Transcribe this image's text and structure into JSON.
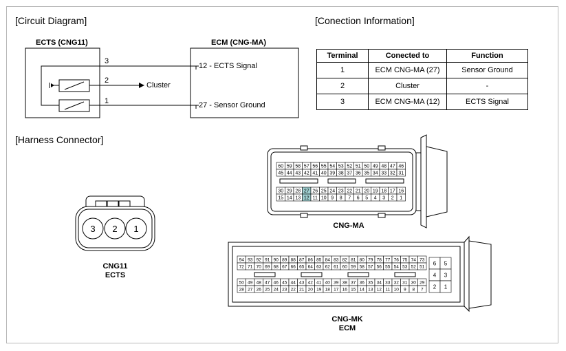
{
  "circuit": {
    "title": "[Circuit Diagram]",
    "ects_label": "ECTS (CNG11)",
    "ecm_label": "ECM (CNG-MA)",
    "pin3": "3",
    "pin2": "2",
    "pin1": "1",
    "cluster_label": "Cluster",
    "ecm_pin12": "12 - ECTS Signal",
    "ecm_pin27": "27 - Sensor Ground"
  },
  "connection": {
    "title": "[Conection Information]",
    "headers": [
      "Terminal",
      "Conected to",
      "Function"
    ],
    "rows": [
      [
        "1",
        "ECM CNG-MA (27)",
        "Sensor Ground"
      ],
      [
        "2",
        "Cluster",
        "-"
      ],
      [
        "3",
        "ECM CNG-MA (12)",
        "ECTS Signal"
      ]
    ]
  },
  "harness": {
    "title": "[Harness Connector]",
    "cng11_pins": [
      "3",
      "2",
      "1"
    ],
    "cng11_caption_line1": "CNG11",
    "cng11_caption_line2": "ECTS",
    "cngma_caption": "CNG-MA",
    "cngma_row1": [
      "60",
      "59",
      "58",
      "57",
      "56",
      "55",
      "54",
      "53",
      "52",
      "51",
      "50",
      "49",
      "48",
      "47",
      "46"
    ],
    "cngma_row2": [
      "45",
      "44",
      "43",
      "42",
      "41",
      "40",
      "39",
      "38",
      "37",
      "36",
      "35",
      "34",
      "33",
      "32",
      "31"
    ],
    "cngma_row3": [
      "30",
      "29",
      "28",
      "27",
      "26",
      "25",
      "24",
      "23",
      "22",
      "21",
      "20",
      "19",
      "18",
      "17",
      "16"
    ],
    "cngma_row4": [
      "15",
      "14",
      "13",
      "12",
      "11",
      "10",
      "9",
      "8",
      "7",
      "6",
      "5",
      "4",
      "3",
      "2",
      "1"
    ],
    "cngma_highlight": [
      "27",
      "12"
    ],
    "cngmk_caption_line1": "CNG-MK",
    "cngmk_caption_line2": "ECM",
    "cngmk_row1": [
      "94",
      "93",
      "92",
      "91",
      "90",
      "89",
      "88",
      "87",
      "86",
      "85",
      "84",
      "83",
      "82",
      "81",
      "80",
      "79",
      "78",
      "77",
      "76",
      "75",
      "74",
      "73"
    ],
    "cngmk_row2": [
      "72",
      "71",
      "70",
      "69",
      "68",
      "67",
      "66",
      "65",
      "64",
      "63",
      "62",
      "61",
      "60",
      "59",
      "58",
      "57",
      "56",
      "55",
      "54",
      "53",
      "52",
      "51"
    ],
    "cngmk_row3": [
      "50",
      "49",
      "48",
      "47",
      "46",
      "45",
      "44",
      "43",
      "42",
      "41",
      "40",
      "39",
      "38",
      "37",
      "36",
      "35",
      "34",
      "33",
      "32",
      "31",
      "30",
      "29"
    ],
    "cngmk_row4": [
      "28",
      "27",
      "26",
      "25",
      "24",
      "23",
      "22",
      "21",
      "20",
      "19",
      "18",
      "17",
      "16",
      "15",
      "14",
      "13",
      "12",
      "11",
      "10",
      "9",
      "8",
      "7"
    ],
    "cngmk_side": [
      [
        "6",
        "5"
      ],
      [
        "4",
        "3"
      ],
      [
        "2",
        "1"
      ]
    ]
  },
  "colors": {
    "highlight": "#9fcfd0",
    "line": "#000000"
  }
}
